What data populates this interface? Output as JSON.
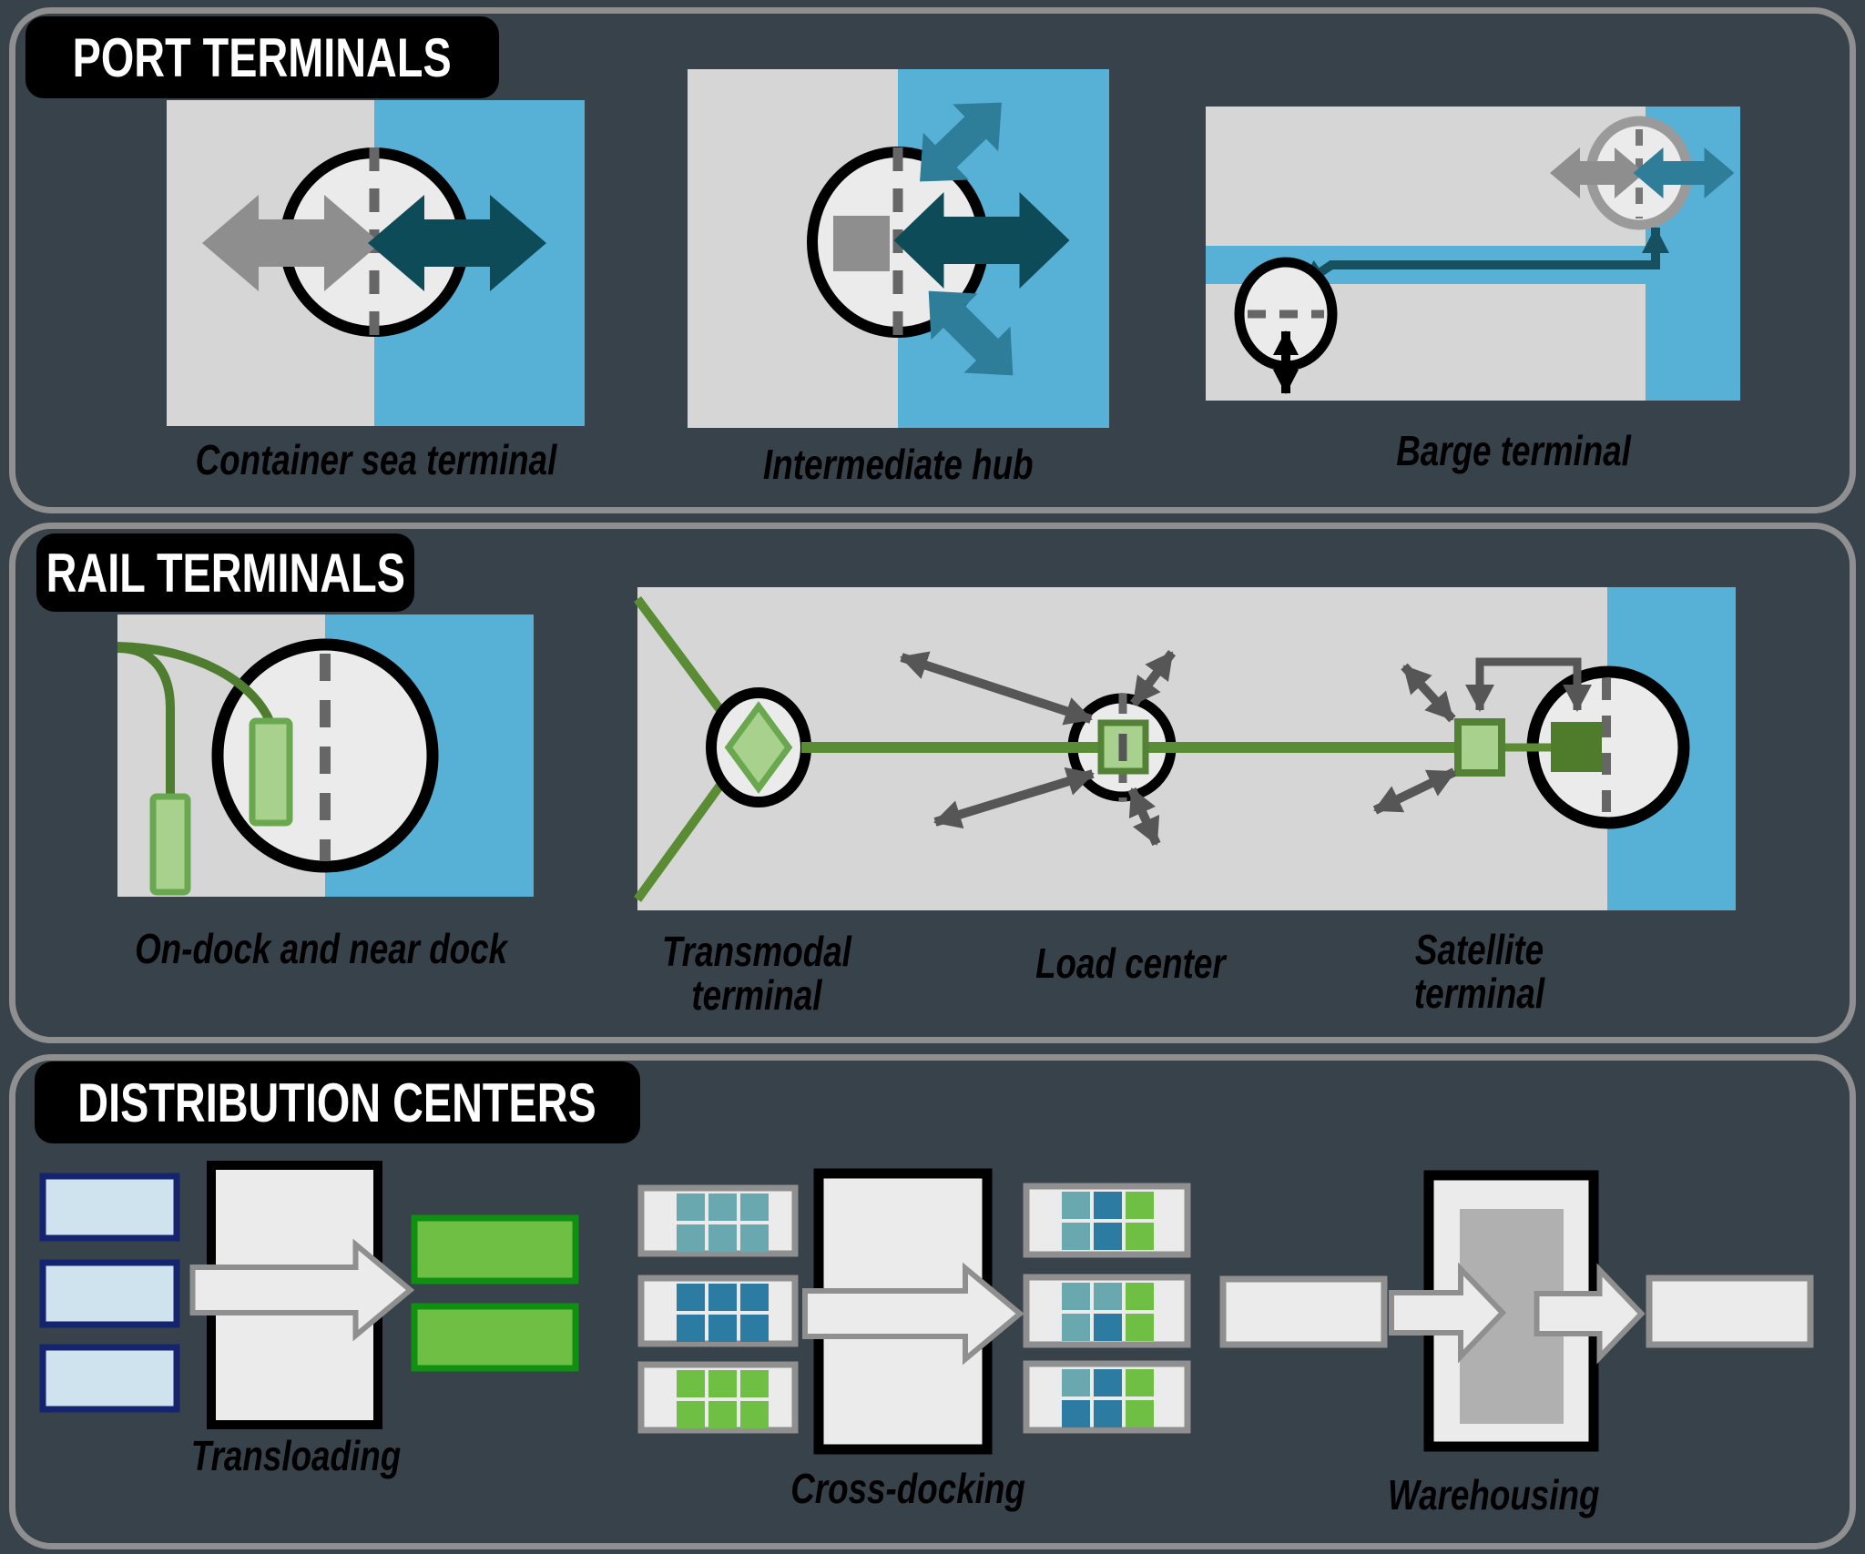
{
  "colors": {
    "background": "#37424a",
    "panel_border": "#8f8f8f",
    "label_bg": "#000000",
    "label_text": "#ffffff",
    "land": "#d6d6d6",
    "water": "#57b0d6",
    "circle_fill": "#ebebeb",
    "dark_teal": "#0e4b59",
    "mid_teal": "#2f7e99",
    "gray": "#8e8e8e",
    "dark_gray": "#565656",
    "dash_gray": "#666666",
    "path_teal": "#17505f",
    "rail_green": "#5a8c33",
    "rail_green_dark": "#4f7d2f",
    "light_green": "#a9d18e",
    "light_green_border": "#6aa84f",
    "square_green_border": "#538135",
    "dark_green": "#4e7c2a",
    "bright_green": "#6fbf44",
    "bright_green_border": "#0f9010",
    "pale_blue": "#cfe3ee",
    "navy_border": "#14246e",
    "cell_teal": "#6aa8b0",
    "cell_blue": "#2b7ba3",
    "cell_green": "#6fbf44",
    "box_fill": "#ebebeb",
    "box_border": "#000000",
    "warehouse_inner": "#b0b0b0",
    "barge_ring_gray": "#9a9a9a",
    "caption_text": "#000000"
  },
  "sections": [
    {
      "title": "PORT TERMINALS",
      "items": [
        {
          "label": "Container sea terminal"
        },
        {
          "label": "Intermediate hub"
        },
        {
          "label": "Barge terminal"
        }
      ]
    },
    {
      "title": "RAIL TERMINALS",
      "items": [
        {
          "label": "On-dock and near dock"
        },
        {
          "label": "Transmodal\nterminal"
        },
        {
          "label": "Load center"
        },
        {
          "label": "Satellite\nterminal"
        }
      ]
    },
    {
      "title": "DISTRIBUTION CENTERS",
      "items": [
        {
          "label": "Transloading"
        },
        {
          "label": "Cross-docking"
        },
        {
          "label": "Warehousing"
        }
      ]
    }
  ]
}
